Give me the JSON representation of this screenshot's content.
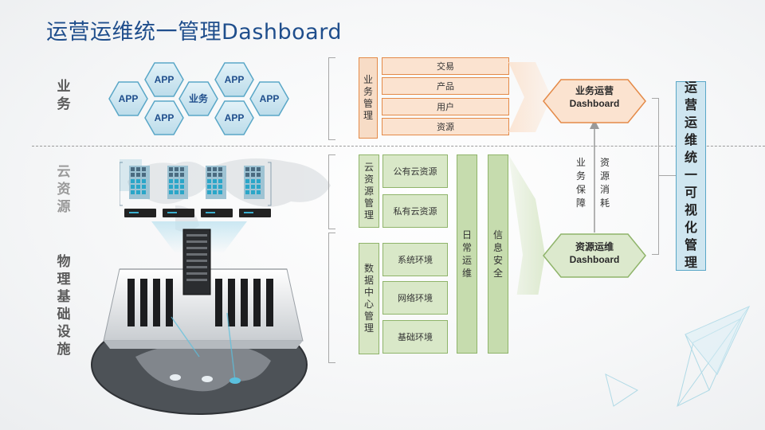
{
  "title": "运营运维统一管理Dashboard",
  "left_labels": {
    "business": "业务",
    "cloud": "云资源",
    "infra": "物理基础设施"
  },
  "hexes": [
    {
      "label": "APP"
    },
    {
      "label": "APP"
    },
    {
      "label": "APP"
    },
    {
      "label": "业务"
    },
    {
      "label": "APP"
    },
    {
      "label": "APP"
    },
    {
      "label": "APP"
    }
  ],
  "business_mgmt": {
    "label": "业务管理",
    "items": [
      "交易",
      "产品",
      "用户",
      "资源"
    ]
  },
  "cloud_mgmt": {
    "label": "云资源管理",
    "items": [
      "公有云资源",
      "私有云资源"
    ]
  },
  "dc_mgmt": {
    "label": "数据中心管理",
    "items": [
      "系统环境",
      "网络环境",
      "基础环境"
    ]
  },
  "daily_ops": "日常运维",
  "info_security": "信息安全",
  "biz_dashboard": {
    "line1": "业务运营",
    "line2": "Dashboard"
  },
  "res_dashboard": {
    "line1": "资源运维",
    "line2": "Dashboard"
  },
  "arrow_labels": {
    "left": "业务保障",
    "right": "资源消耗"
  },
  "unified_label": "运营运维统一可视化管理",
  "colors": {
    "title": "#1f4e8c",
    "orange": "#e48a48",
    "green": "#8fb46a",
    "blue": "#5aa7c7",
    "hex_fill": "#cfe6f0",
    "hex_stroke": "#5aa7c7"
  }
}
